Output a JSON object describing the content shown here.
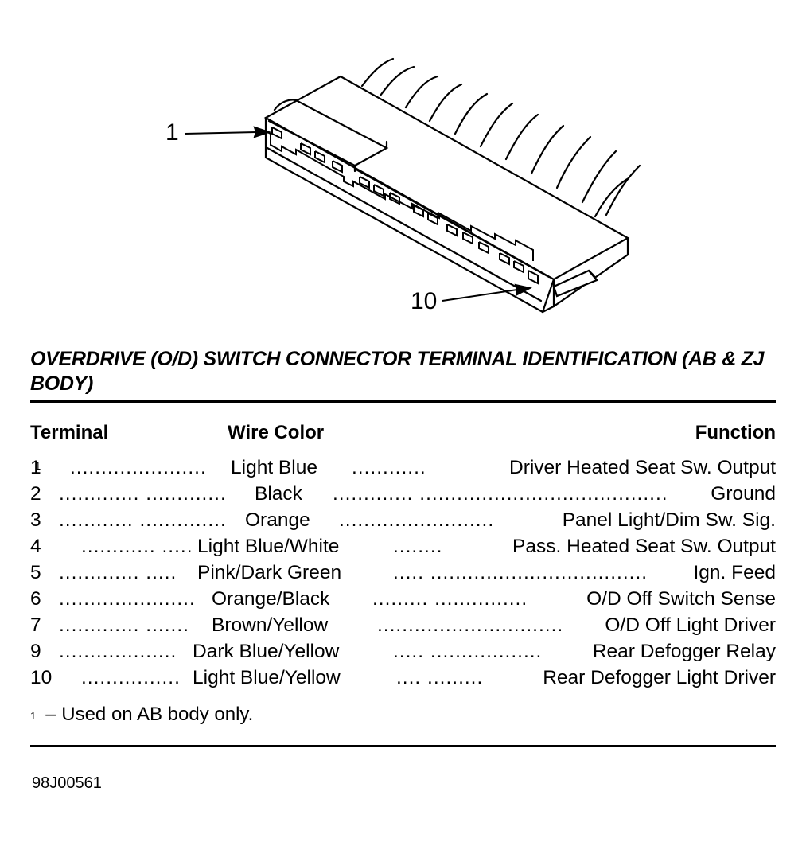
{
  "callouts": {
    "top": "1",
    "bottom": "10"
  },
  "title": "OVERDRIVE (O/D) SWITCH CONNECTOR TERMINAL IDENTIFICATION (AB & ZJ BODY)",
  "headers": {
    "terminal": "Terminal",
    "wire_color": "Wire Color",
    "function": "Function"
  },
  "rows": [
    {
      "terminal": "1",
      "mark": "1",
      "dots1": "......................",
      "color": "Light Blue",
      "dots2": "............",
      "function": "Driver Heated Seat Sw. Output"
    },
    {
      "terminal": "2",
      "mark": "",
      "dots1": ".............  .............",
      "color": "Black",
      "dots2": ".............  ........................................",
      "function": "Ground"
    },
    {
      "terminal": "3",
      "mark": "",
      "dots1": "............  ..............",
      "color": "Orange",
      "dots2": ".........................",
      "function": "Panel Light/Dim Sw. Sig."
    },
    {
      "terminal": "4",
      "mark": "1",
      "dots1": "............  .....",
      "color": "Light Blue/White",
      "dots2": "........",
      "function": "Pass. Heated Seat Sw. Output"
    },
    {
      "terminal": "5",
      "mark": "",
      "dots1": ".............  .....",
      "color": "Pink/Dark Green",
      "dots2": ".....  ...................................",
      "function": "Ign. Feed"
    },
    {
      "terminal": "6",
      "mark": "",
      "dots1": "......................",
      "color": "Orange/Black",
      "dots2": ".........  ...............",
      "function": "O/D Off Switch Sense"
    },
    {
      "terminal": "7",
      "mark": "",
      "dots1": ".............  .......",
      "color": "Brown/Yellow",
      "dots2": "..............................",
      "function": "O/D Off Light Driver"
    },
    {
      "terminal": "9",
      "mark": "",
      "dots1": "...................",
      "color": "Dark Blue/Yellow",
      "dots2": ".....  ..................",
      "function": "Rear Defogger Relay"
    },
    {
      "terminal": "10",
      "mark": "",
      "dots1": "................",
      "color": "Light Blue/Yellow",
      "dots2": "....  .........",
      "function": "Rear Defogger Light Driver"
    }
  ],
  "footnote": {
    "mark": "1",
    "text": "–  Used on AB body only."
  },
  "figure_id": "98J00561"
}
